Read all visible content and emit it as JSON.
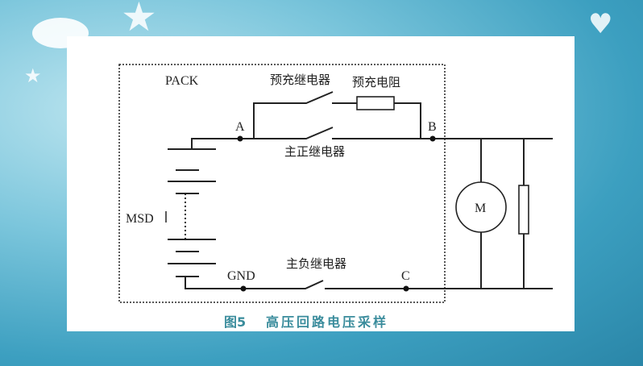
{
  "diagram": {
    "pack_label": "PACK",
    "precharge_relay": "预充继电器",
    "precharge_resistor": "预充电阻",
    "main_positive_relay": "主正继电器",
    "main_negative_relay": "主负继电器",
    "node_a": "A",
    "node_b": "B",
    "node_c": "C",
    "node_gnd": "GND",
    "msd_label": "MSD",
    "motor_label": "M"
  },
  "caption": {
    "figure": "图5",
    "title": "高压回路电压采样"
  },
  "colors": {
    "caption": "#3a8c9c",
    "line": "#222222"
  }
}
